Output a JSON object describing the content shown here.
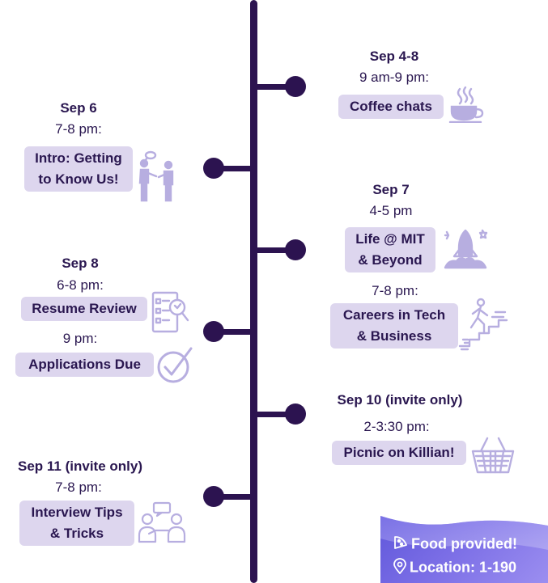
{
  "events_right": [
    {
      "date": "Sep 4-8",
      "time": "9 am-9 pm:",
      "title": "Coffee chats",
      "icon": "coffee-cup-icon"
    },
    {
      "date": "Sep 7",
      "time": "4-5 pm",
      "title_line1": "Life @ MIT",
      "title_line2": "& Beyond",
      "icon": "rocket-icon",
      "time2": "7-8 pm:",
      "title2_line1": "Careers in Tech",
      "title2_line2": "& Business",
      "icon2": "climbing-stairs-icon"
    },
    {
      "date": "Sep 10 (invite only)",
      "time": "2-3:30 pm:",
      "title": "Picnic on Killian!",
      "icon": "picnic-basket-icon"
    }
  ],
  "events_left": [
    {
      "date": "Sep 6",
      "time": "7-8 pm:",
      "title_line1": "Intro: Getting",
      "title_line2": "to Know Us!",
      "icon": "people-talking-icon"
    },
    {
      "date": "Sep 8",
      "time": "6-8 pm:",
      "title": "Resume Review",
      "icon": "resume-search-icon",
      "time2": "9 pm:",
      "title2": "Applications Due",
      "icon2": "checkmark-circle-icon"
    },
    {
      "date": "Sep 11 (invite only)",
      "time": "7-8 pm:",
      "title_line1": "Interview Tips",
      "title_line2": "& Tricks",
      "icon": "interview-chat-icon"
    }
  ],
  "info": {
    "food": "Food provided!",
    "location": "Location: 1-190",
    "food_icon": "pizza-icon",
    "location_icon": "map-pin-icon"
  },
  "colors": {
    "timeline": "#2c1350",
    "pill": "#ddd6ee",
    "text": "#2a1750",
    "icon": "#b7aee0",
    "card": "#6a60de"
  }
}
